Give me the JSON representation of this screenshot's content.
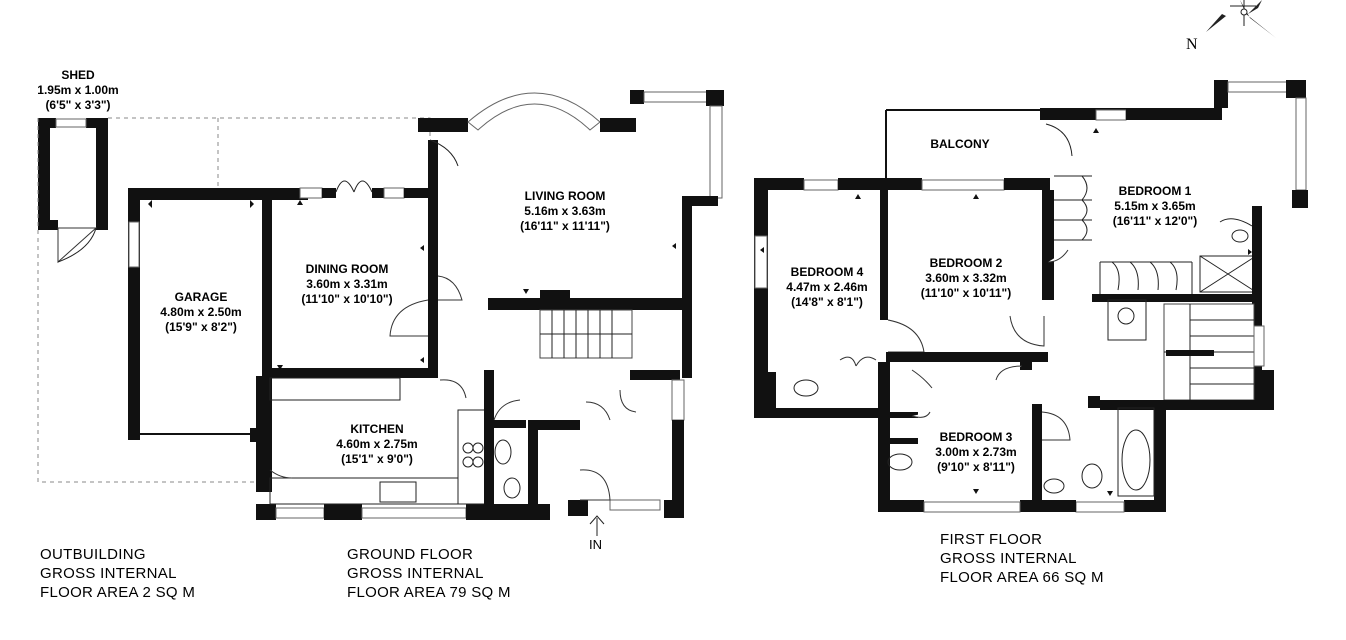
{
  "compass": {
    "label": "N"
  },
  "entrance": {
    "label": "IN"
  },
  "rooms": {
    "shed": {
      "name": "SHED",
      "metric": "1.95m x 1.00m",
      "imperial": "(6'5\" x 3'3\")"
    },
    "garage": {
      "name": "GARAGE",
      "metric": "4.80m x 2.50m",
      "imperial": "(15'9\" x 8'2\")"
    },
    "dining": {
      "name": "DINING ROOM",
      "metric": "3.60m x 3.31m",
      "imperial": "(11'10\" x 10'10\")"
    },
    "living": {
      "name": "LIVING ROOM",
      "metric": "5.16m x 3.63m",
      "imperial": "(16'11\" x 11'11\")"
    },
    "kitchen": {
      "name": "KITCHEN",
      "metric": "4.60m x 2.75m",
      "imperial": "(15'1\" x 9'0\")"
    },
    "balcony": {
      "name": "BALCONY"
    },
    "bedroom1": {
      "name": "BEDROOM 1",
      "metric": "5.15m x 3.65m",
      "imperial": "(16'11\" x 12'0\")"
    },
    "bedroom2": {
      "name": "BEDROOM 2",
      "metric": "3.60m x 3.32m",
      "imperial": "(11'10\" x 10'11\")"
    },
    "bedroom3": {
      "name": "BEDROOM 3",
      "metric": "3.00m x 2.73m",
      "imperial": "(9'10\" x 8'11\")"
    },
    "bedroom4": {
      "name": "BEDROOM 4",
      "metric": "4.47m x 2.46m",
      "imperial": "(14'8\" x 8'1\")"
    }
  },
  "footers": {
    "outbuilding": [
      "OUTBUILDING",
      "GROSS INTERNAL",
      "FLOOR AREA 2 SQ M"
    ],
    "ground": [
      "GROUND FLOOR",
      "GROSS INTERNAL",
      "FLOOR AREA 79 SQ M"
    ],
    "first": [
      "FIRST FLOOR",
      "GROSS INTERNAL",
      "FLOOR AREA 66 SQ M"
    ]
  }
}
